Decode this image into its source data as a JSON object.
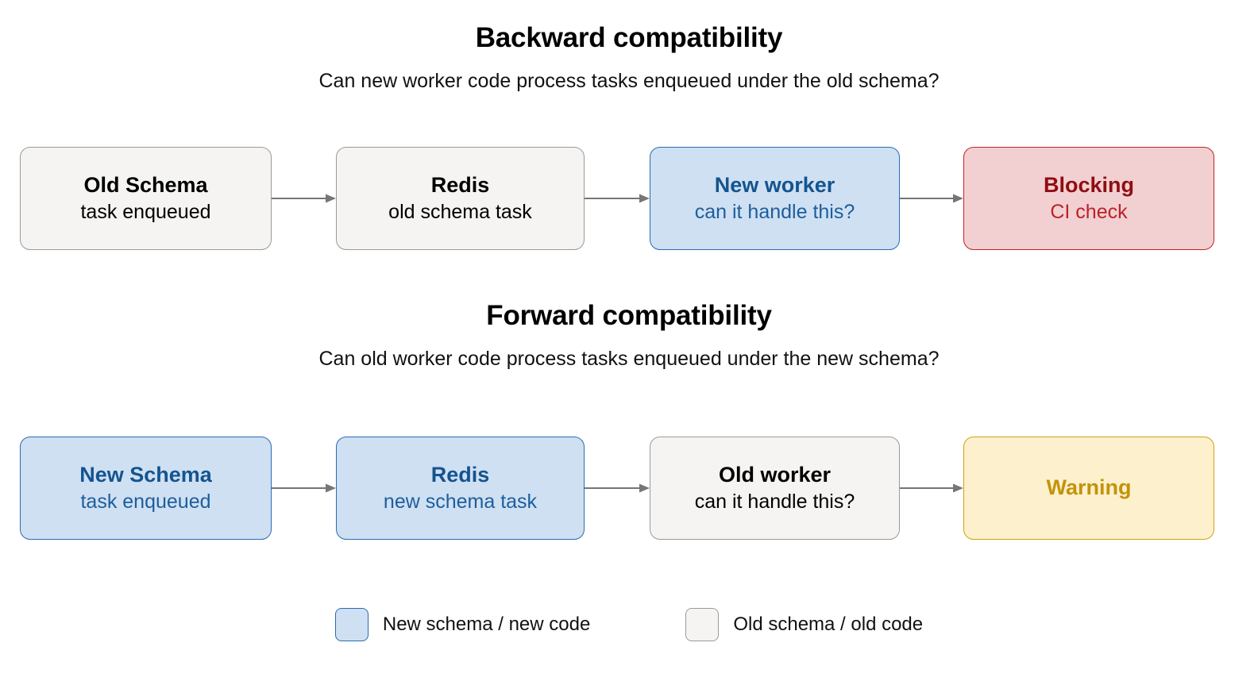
{
  "sections": [
    {
      "id": "backward",
      "title": "Backward compatibility",
      "subtitle": "Can new worker code process tasks enqueued under the old schema?",
      "nodes": [
        {
          "title": "Old Schema",
          "subtitle": "task enqueued",
          "style": "gray"
        },
        {
          "title": "Redis",
          "subtitle": "old schema task",
          "style": "gray"
        },
        {
          "title": "New worker",
          "subtitle": "can it handle this?",
          "style": "blue"
        },
        {
          "title": "Blocking",
          "subtitle": "CI check",
          "style": "red"
        }
      ]
    },
    {
      "id": "forward",
      "title": "Forward compatibility",
      "subtitle": "Can old worker code process tasks enqueued under the new schema?",
      "nodes": [
        {
          "title": "New Schema",
          "subtitle": "task enqueued",
          "style": "blue"
        },
        {
          "title": "Redis",
          "subtitle": "new schema task",
          "style": "blue"
        },
        {
          "title": "Old worker",
          "subtitle": "can it handle this?",
          "style": "gray"
        },
        {
          "title": "Warning",
          "subtitle": "",
          "style": "yellow"
        }
      ]
    }
  ],
  "legend": {
    "items": [
      {
        "label": "New schema / new code",
        "style": "blue"
      },
      {
        "label": "Old schema / old code",
        "style": "gray"
      }
    ]
  },
  "icons": {
    "arrow": "arrow-right-icon"
  },
  "colors": {
    "background": "#ffffff",
    "gray_fill": "#f5f4f2",
    "gray_border": "#9a9a9a",
    "blue_fill": "#cfe0f3",
    "blue_border": "#2a6cb0",
    "blue_text": "#14548f",
    "red_fill": "#f2d0d1",
    "red_border": "#bf2328",
    "red_text": "#8f0d12",
    "yellow_fill": "#fdf0cc",
    "yellow_border": "#d3a016",
    "yellow_text": "#c2930a",
    "arrow_line": "#767676",
    "text": "#111111"
  }
}
